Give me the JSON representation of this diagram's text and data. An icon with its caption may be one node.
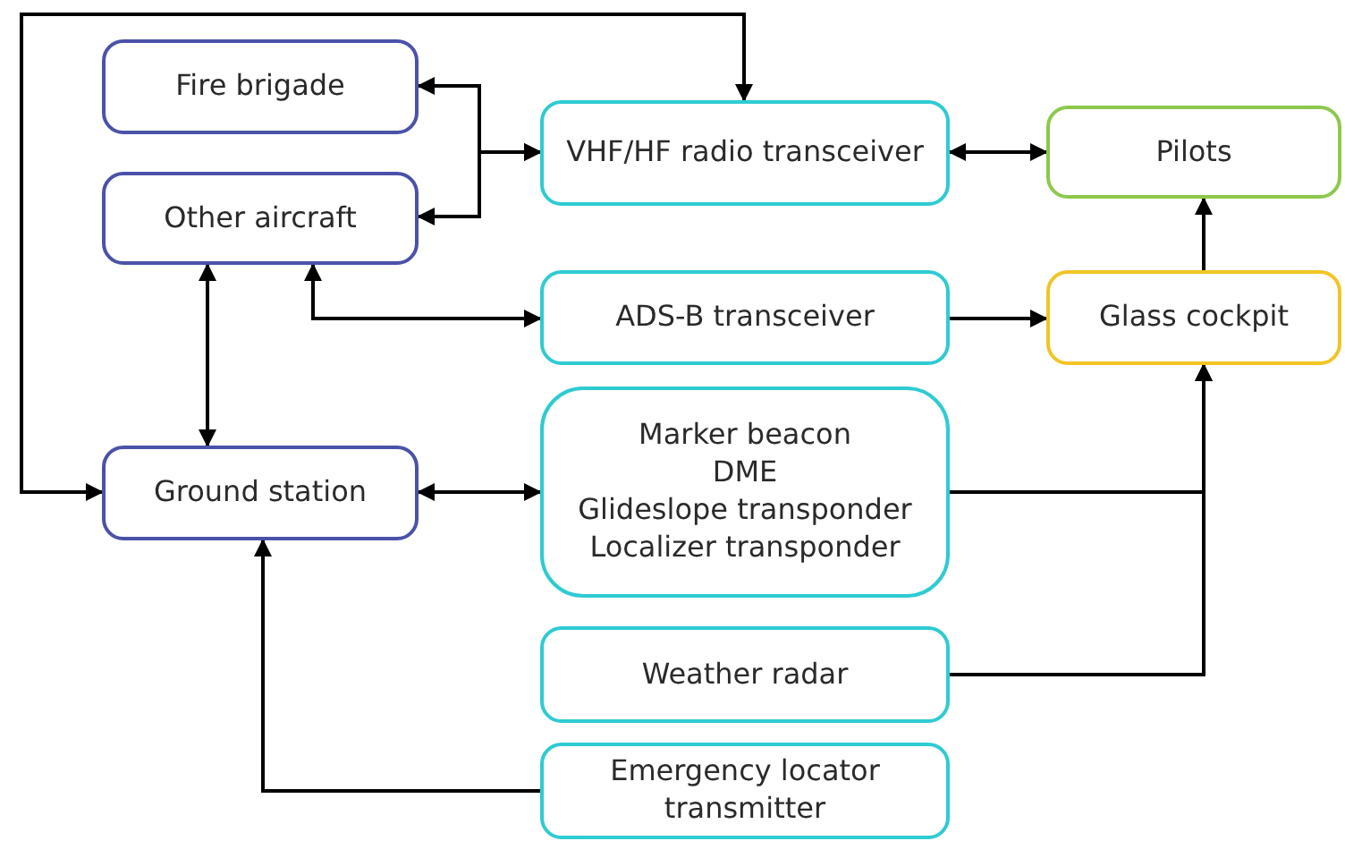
{
  "diagram": {
    "nodes": [
      {
        "text": [
          "Fire brigade"
        ]
      },
      {
        "text": [
          "Other aircraft"
        ]
      },
      {
        "text": [
          "VHF/HF radio transceiver"
        ]
      },
      {
        "text": [
          "Pilots"
        ]
      },
      {
        "text": [
          "ADS-B transceiver"
        ]
      },
      {
        "text": [
          "Glass cockpit"
        ]
      },
      {
        "text": [
          "Ground station"
        ]
      },
      {
        "text": [
          "Marker beacon",
          "DME",
          "Glideslope transponder",
          "Localizer transponder"
        ]
      },
      {
        "text": [
          "Weather radar"
        ]
      },
      {
        "text": [
          "Emergency locator transmitter"
        ]
      }
    ],
    "edges": [
      {
        "from": 0,
        "to": 2,
        "arrow": "both"
      },
      {
        "from": 1,
        "to": 2,
        "arrow": "both"
      },
      {
        "from": 2,
        "to": 3,
        "arrow": "both"
      },
      {
        "from": 1,
        "to": 4,
        "arrow": "both"
      },
      {
        "from": 4,
        "to": 5,
        "arrow": "to"
      },
      {
        "from": 5,
        "to": 3,
        "arrow": "to"
      },
      {
        "from": 1,
        "to": 6,
        "arrow": "both"
      },
      {
        "from": 6,
        "to": 2,
        "arrow": "both"
      },
      {
        "from": 6,
        "to": 7,
        "arrow": "both"
      },
      {
        "from": 7,
        "to": 5,
        "arrow": "to"
      },
      {
        "from": 8,
        "to": 5,
        "arrow": "to"
      },
      {
        "from": 9,
        "to": 6,
        "arrow": "to"
      }
    ]
  }
}
